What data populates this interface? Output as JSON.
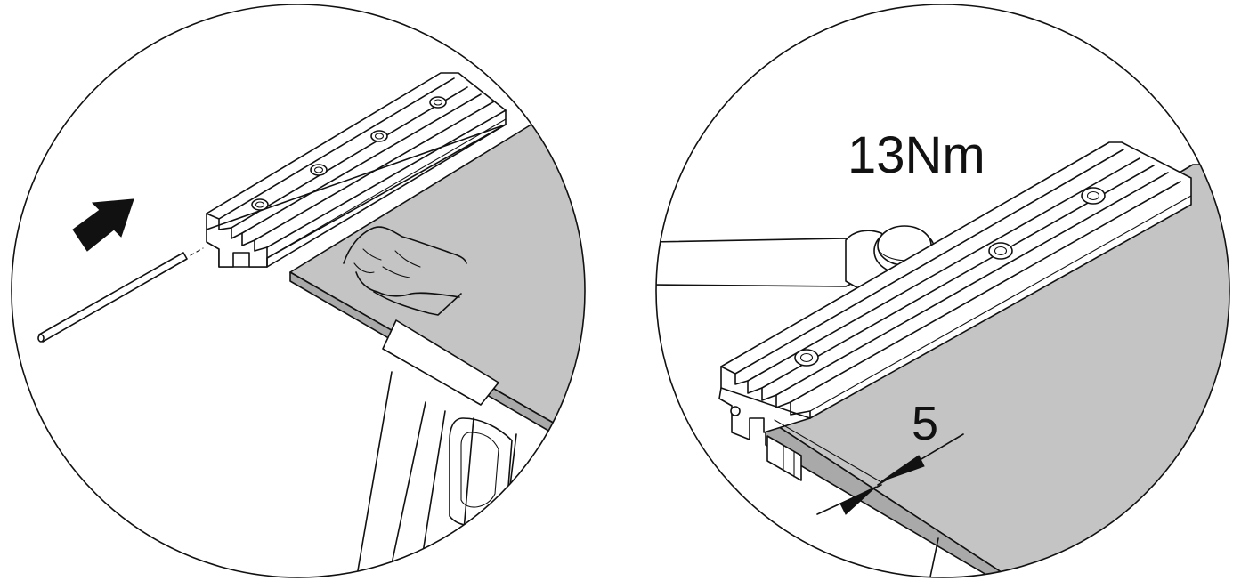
{
  "diagram": {
    "panels": [
      {
        "id": "left",
        "steps": [
          "insert-rod",
          "clean-desk-surface"
        ],
        "icons": [
          "push-arrow-icon",
          "cleaning-cloth-hand-icon"
        ]
      },
      {
        "id": "right",
        "torque_label": "13Nm",
        "dimension_label": "5",
        "icons": [
          "torque-wrench-icon",
          "dimension-arrows-icon"
        ]
      }
    ]
  },
  "colors": {
    "line": "#111111",
    "desk_fill": "#c4c4c4",
    "desk_edge": "#a9a9a9",
    "background": "#ffffff"
  }
}
